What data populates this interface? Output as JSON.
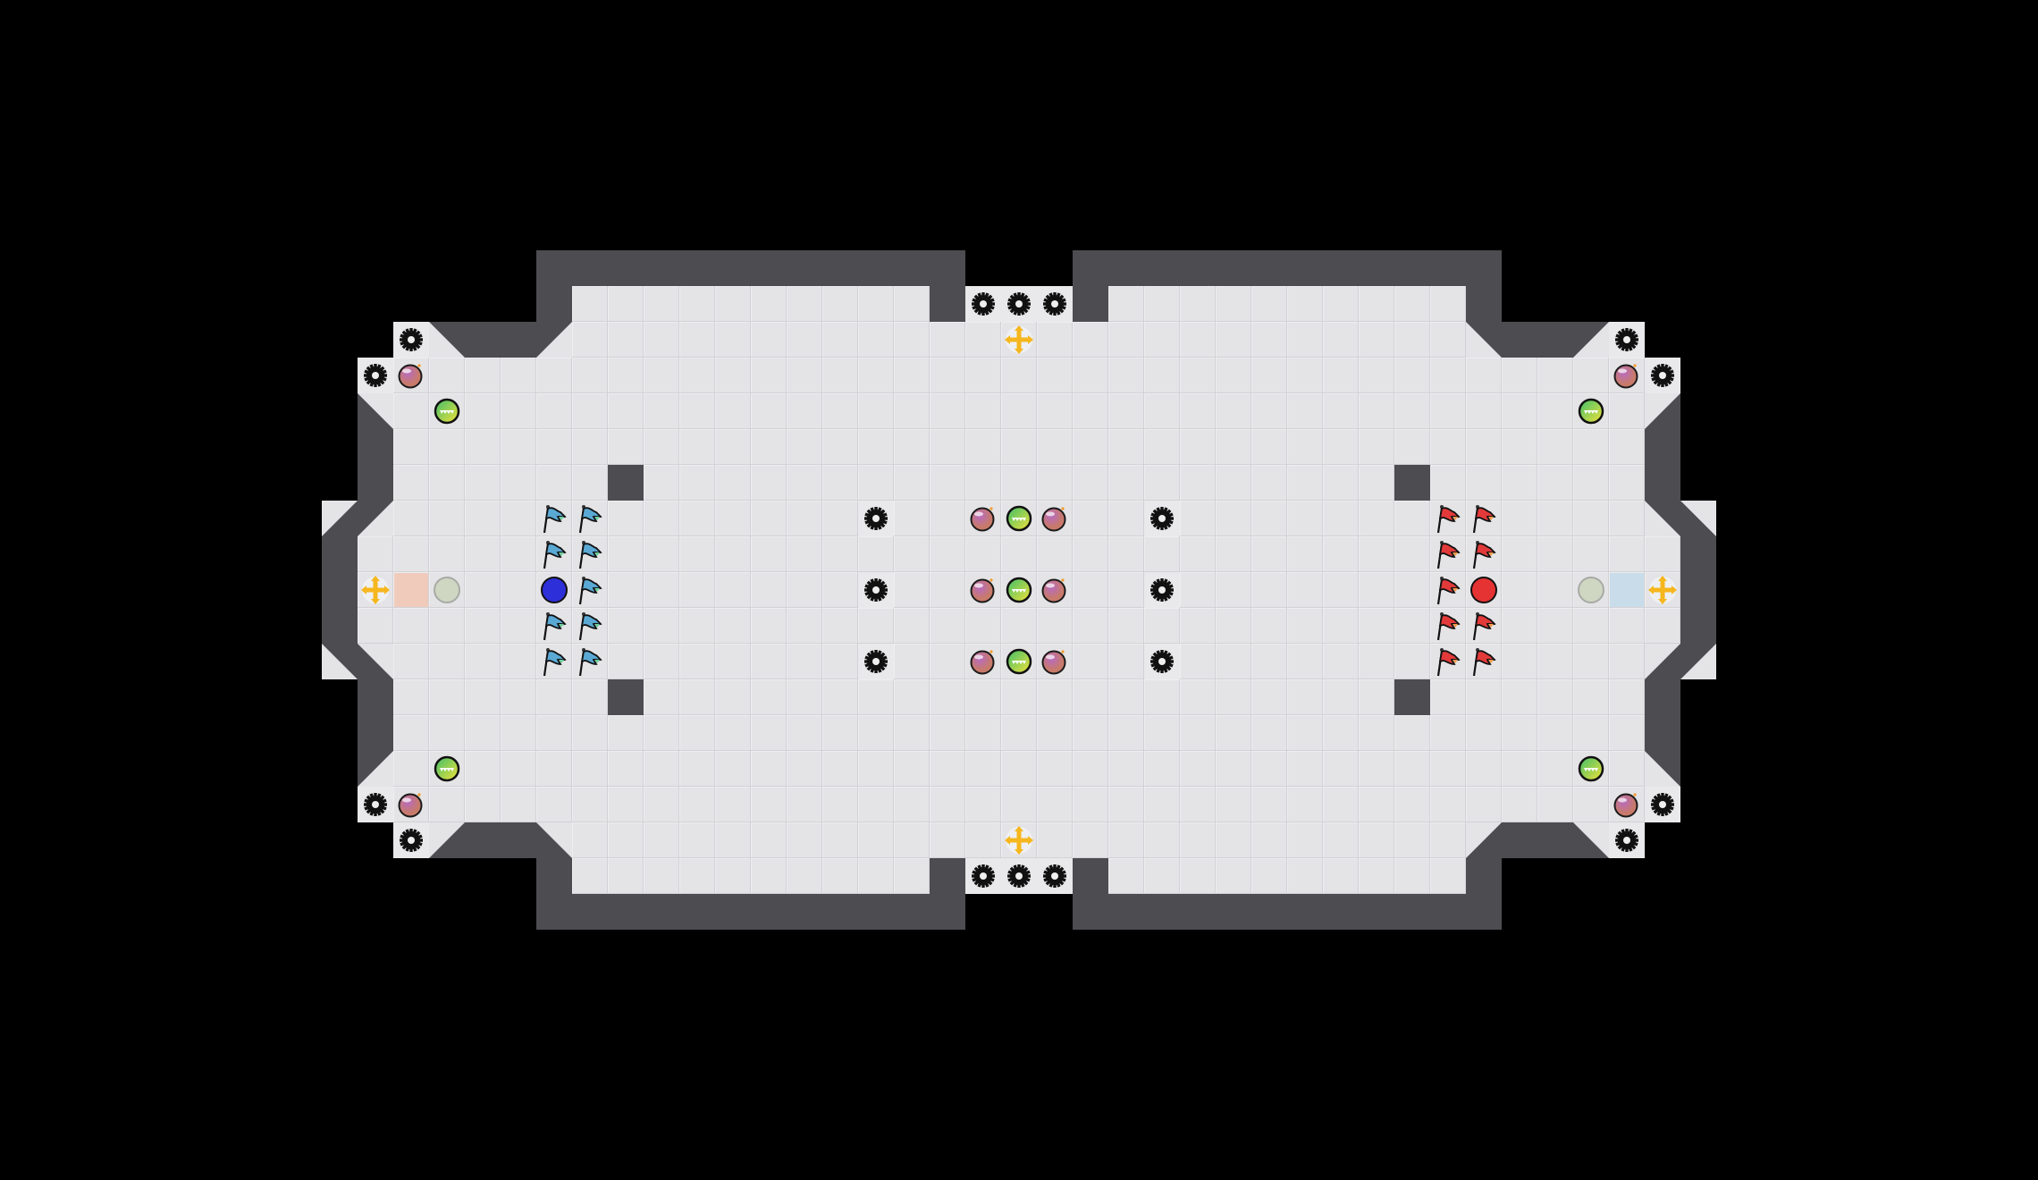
{
  "colors": {
    "background": "#000000",
    "floor": "#e4e4e7",
    "wall": "#4c4c51",
    "blue_team": "#2d2fd8",
    "red_team": "#e53232",
    "blue_flag": "#5aa9d4",
    "red_flag": "#e23a3a",
    "red_tile": "#f0cbbb",
    "blue_tile": "#c9dcea",
    "neutral_circle": "#cfd6c2",
    "portal": "#f6b71e"
  },
  "entities": {
    "spike": "gear-spike",
    "bomb": "bomb",
    "boost": "speed-boost",
    "portal": "crosshair-portal",
    "flag": "flag",
    "ball": "player-ball"
  }
}
